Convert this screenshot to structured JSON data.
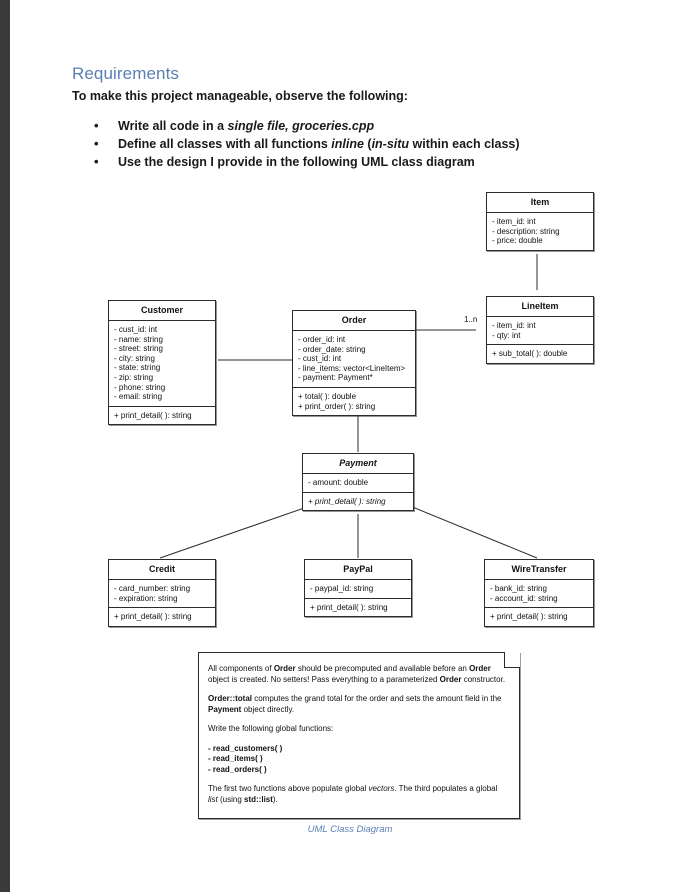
{
  "document": {
    "heading": "Requirements",
    "intro": "To make this project manageable, observe the following:",
    "bullets": [
      {
        "pre": "Write all code in a ",
        "em": "single file, groceries.cpp",
        "post": ""
      },
      {
        "pre": "Define all classes with all functions ",
        "em": "inline",
        "post": " (",
        "em2": "in-situ",
        "post2": " within each class)"
      },
      {
        "pre": "Use the design I provide in the following UML class diagram",
        "em": "",
        "post": ""
      }
    ],
    "caption": "UML Class Diagram"
  },
  "diagram": {
    "type": "uml-class-diagram",
    "classes": [
      {
        "id": "item",
        "name": "Item",
        "abstract": false,
        "attributes": [
          "- item_id: int",
          "- description: string",
          "- price: double"
        ],
        "operations": []
      },
      {
        "id": "lineitem",
        "name": "LineItem",
        "abstract": false,
        "attributes": [
          "- item_id: int",
          "- qty: int"
        ],
        "operations": [
          "+ sub_total( ): double"
        ]
      },
      {
        "id": "customer",
        "name": "Customer",
        "abstract": false,
        "attributes": [
          "- cust_id: int",
          "- name: string",
          "- street: string",
          "- city: string",
          "- state: string",
          "- zip: string",
          "- phone: string",
          "- email: string"
        ],
        "operations": [
          "+ print_detail( ): string"
        ]
      },
      {
        "id": "order",
        "name": "Order",
        "abstract": false,
        "attributes": [
          "- order_id: int",
          "- order_date: string",
          "- cust_id: int",
          "- line_items: vector<LineItem>",
          "- payment: Payment*"
        ],
        "operations": [
          "+ total( ): double",
          "+ print_order( ): string"
        ]
      },
      {
        "id": "payment",
        "name": "Payment",
        "abstract": true,
        "attributes": [
          "- amount: double"
        ],
        "operations": [
          "+ print_detail( ): string"
        ]
      },
      {
        "id": "credit",
        "name": "Credit",
        "abstract": false,
        "attributes": [
          "- card_number: string",
          "- expiration: string"
        ],
        "operations": [
          "+ print_detail( ): string"
        ]
      },
      {
        "id": "paypal",
        "name": "PayPal",
        "abstract": false,
        "attributes": [
          "- paypal_id: string"
        ],
        "operations": [
          "+ print_detail( ): string"
        ]
      },
      {
        "id": "wiretransfer",
        "name": "WireTransfer",
        "abstract": false,
        "attributes": [
          "- bank_id: string",
          "- account_id: string"
        ],
        "operations": [
          "+ print_detail( ): string"
        ]
      }
    ],
    "relationships": [
      {
        "from": "lineitem",
        "to": "item",
        "kind": "aggregation",
        "label": ""
      },
      {
        "from": "order",
        "to": "lineitem",
        "kind": "composition",
        "label": "1..n"
      },
      {
        "from": "order",
        "to": "customer",
        "kind": "aggregation",
        "label": ""
      },
      {
        "from": "order",
        "to": "payment",
        "kind": "composition",
        "label": ""
      },
      {
        "from": "credit",
        "to": "payment",
        "kind": "inheritance",
        "label": ""
      },
      {
        "from": "paypal",
        "to": "payment",
        "kind": "inheritance",
        "label": ""
      },
      {
        "from": "wiretransfer",
        "to": "payment",
        "kind": "inheritance",
        "label": ""
      }
    ],
    "multiplicity_order_lineitem": "1..n"
  },
  "note": {
    "para1_a": "All components of ",
    "para1_b": "Order",
    "para1_c": " should be precomputed and available before an ",
    "para1_d": "Order",
    "para1_e": " object is created. No setters! Pass everything to a parameterized ",
    "para1_f": "Order",
    "para1_g": " constructor.",
    "para2_a": "Order::total",
    "para2_b": " computes the grand total for the order and sets the amount field in the ",
    "para2_c": "Payment",
    "para2_d": " object directly.",
    "para3": "Write the following global functions:",
    "functions": [
      "- read_customers( )",
      "- read_items( )",
      "- read_orders( )"
    ],
    "para4_a": "The first two functions above populate global ",
    "para4_b": "vectors",
    "para4_c": ". The third populates a global ",
    "para4_d": "list",
    "para4_e": " (using ",
    "para4_f": "std::list",
    "para4_g": ")."
  },
  "colors": {
    "heading": "#5b7fb4",
    "text": "#1a1a1a",
    "line": "#2b2b2b",
    "page_edge": "#3a3a3a"
  }
}
